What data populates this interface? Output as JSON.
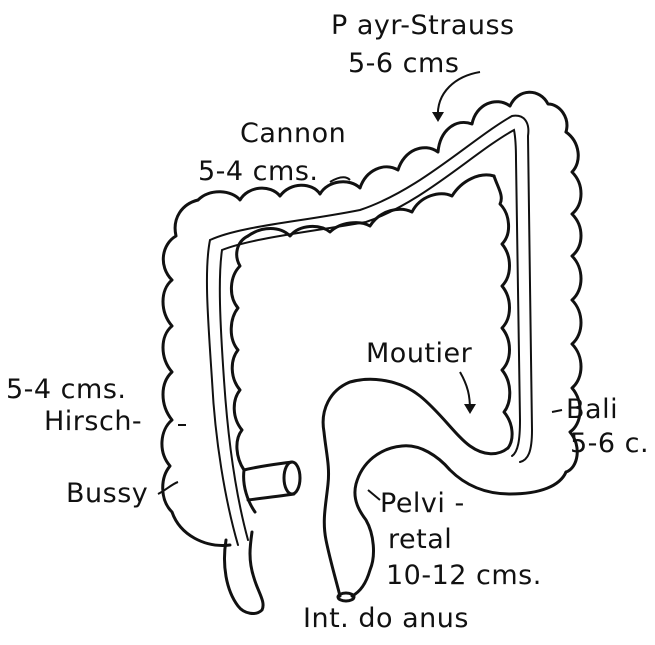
{
  "labels": {
    "payr_strauss": "P ayr-Strauss",
    "payr_strauss_len": "5-6 cms",
    "cannon": "Cannon",
    "cannon_len": "5-4 cms.",
    "hirsch_len": "5-4 cms.",
    "hirsch": "Hirsch-",
    "bussy": "Bussy",
    "moutier": "Moutier",
    "bali": "Bali",
    "bali_len": "5-6 c.",
    "pelvi_1": "Pelvi -",
    "pelvi_2": "retal",
    "pelvi_len": "10-12 cms.",
    "anus": "Int. do anus"
  }
}
